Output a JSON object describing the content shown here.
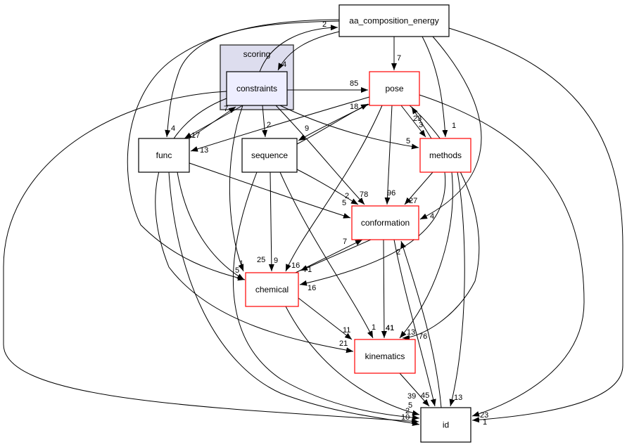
{
  "diagram": {
    "title": "Directory dependency graph",
    "cluster": {
      "label": "scoring"
    },
    "colors": {
      "cluster_fill": "#ddddee",
      "cluster_border": "#444444",
      "focus_fill": "#eeeeff",
      "border_black": "#000000",
      "border_red": "#ff0000",
      "edge": "#000000"
    },
    "nodes": [
      {
        "id": "aa_composition_energy",
        "label": "aa_composition_energy",
        "style": "black"
      },
      {
        "id": "constraints",
        "label": "constraints",
        "style": "focus"
      },
      {
        "id": "pose",
        "label": "pose",
        "style": "red"
      },
      {
        "id": "func",
        "label": "func",
        "style": "black"
      },
      {
        "id": "sequence",
        "label": "sequence",
        "style": "black"
      },
      {
        "id": "methods",
        "label": "methods",
        "style": "red"
      },
      {
        "id": "conformation",
        "label": "conformation",
        "style": "red"
      },
      {
        "id": "chemical",
        "label": "chemical",
        "style": "red"
      },
      {
        "id": "kinematics",
        "label": "kinematics",
        "style": "red"
      },
      {
        "id": "id",
        "label": "id",
        "style": "black"
      }
    ],
    "edges": [
      {
        "from": "constraints",
        "to": "aa_composition_energy",
        "label": "2"
      },
      {
        "from": "aa_composition_energy",
        "to": "constraints",
        "label": "4"
      },
      {
        "from": "aa_composition_energy",
        "to": "pose",
        "label": "7"
      },
      {
        "from": "aa_composition_energy",
        "to": "func",
        "label": "4"
      },
      {
        "from": "aa_composition_energy",
        "to": "methods",
        "label": "1"
      },
      {
        "from": "aa_composition_energy",
        "to": "conformation",
        "label": "4"
      },
      {
        "from": "aa_composition_energy",
        "to": "chemical",
        "label": "5"
      },
      {
        "from": "aa_composition_energy",
        "to": "id",
        "label": "23"
      },
      {
        "from": "constraints",
        "to": "pose",
        "label": "85"
      },
      {
        "from": "constraints",
        "to": "func",
        "label": "17"
      },
      {
        "from": "func",
        "to": "constraints",
        "label": "7"
      },
      {
        "from": "constraints",
        "to": "sequence",
        "label": "2"
      },
      {
        "from": "constraints",
        "to": "methods",
        "label": "5"
      },
      {
        "from": "constraints",
        "to": "conformation",
        "label": "78"
      },
      {
        "from": "constraints",
        "to": "chemical",
        "label": "25"
      },
      {
        "from": "constraints",
        "to": "kinematics",
        "label": "21"
      },
      {
        "from": "constraints",
        "to": "id",
        "label": "10"
      },
      {
        "from": "pose",
        "to": "func",
        "label": "13"
      },
      {
        "from": "pose",
        "to": "sequence",
        "label": "9"
      },
      {
        "from": "sequence",
        "to": "pose",
        "label": "18"
      },
      {
        "from": "pose",
        "to": "methods",
        "label": "3"
      },
      {
        "from": "methods",
        "to": "pose",
        "label": "23"
      },
      {
        "from": "pose",
        "to": "conformation",
        "label": "96"
      },
      {
        "from": "pose",
        "to": "chemical",
        "label": "16"
      },
      {
        "from": "pose",
        "to": "kinematics",
        "label": "13"
      },
      {
        "from": "pose",
        "to": "id",
        "label": "1"
      },
      {
        "from": "func",
        "to": "conformation",
        "label": "5"
      },
      {
        "from": "func",
        "to": "chemical",
        "label": "1"
      },
      {
        "from": "func",
        "to": "id",
        "label": "2"
      },
      {
        "from": "sequence",
        "to": "conformation",
        "label": "2"
      },
      {
        "from": "sequence",
        "to": "chemical",
        "label": "9"
      },
      {
        "from": "sequence",
        "to": "kinematics",
        "label": "1"
      },
      {
        "from": "sequence",
        "to": "id",
        "label": "5"
      },
      {
        "from": "methods",
        "to": "conformation",
        "label": "27"
      },
      {
        "from": "methods",
        "to": "chemical",
        "label": "16"
      },
      {
        "from": "methods",
        "to": "kinematics",
        "label": "41"
      },
      {
        "from": "methods",
        "to": "id",
        "label": "13"
      },
      {
        "from": "conformation",
        "to": "chemical",
        "label": "71"
      },
      {
        "from": "chemical",
        "to": "conformation",
        "label": "7"
      },
      {
        "from": "conformation",
        "to": "kinematics",
        "label": "41"
      },
      {
        "from": "conformation",
        "to": "id",
        "label": "76"
      },
      {
        "from": "id",
        "to": "conformation",
        "label": "2"
      },
      {
        "from": "chemical",
        "to": "kinematics",
        "label": "11"
      },
      {
        "from": "chemical",
        "to": "id",
        "label": "39"
      },
      {
        "from": "kinematics",
        "to": "id",
        "label": "45"
      }
    ]
  }
}
